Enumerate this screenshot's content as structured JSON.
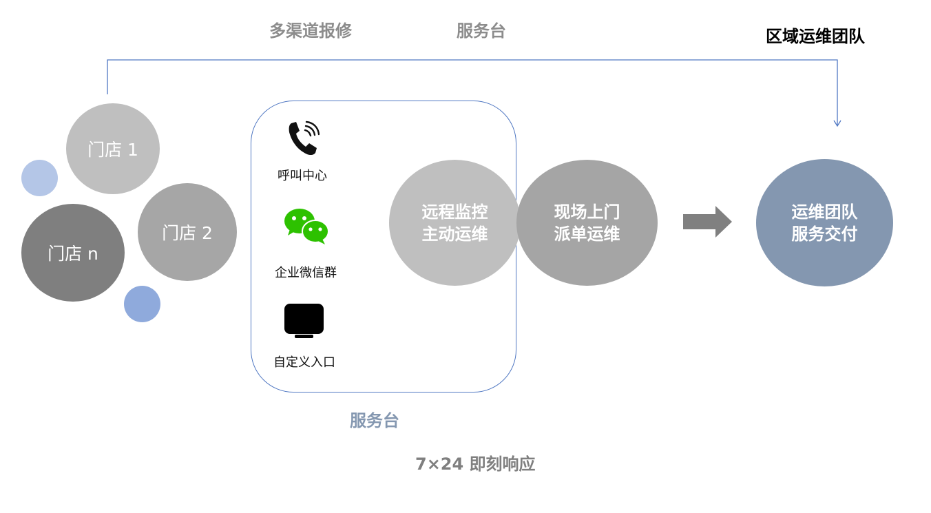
{
  "top_labels": {
    "repair_channels": "多渠道报修",
    "service_desk": "服务台",
    "regional_team": "区域运维团队"
  },
  "stores": [
    {
      "label": "门店 1"
    },
    {
      "label": "门店 2"
    },
    {
      "label": "门店 n"
    }
  ],
  "channels": [
    {
      "label": "呼叫中心",
      "icon": "phone-icon"
    },
    {
      "label": "企业微信群",
      "icon": "wechat-icon"
    },
    {
      "label": "自定义入口",
      "icon": "monitor-icon"
    }
  ],
  "stages": {
    "remote": {
      "line1": "远程监控",
      "line2": "主动运维"
    },
    "onsite": {
      "line1": "现场上门",
      "line2": "派单运维"
    },
    "delivery": {
      "line1": "运维团队",
      "line2": "服务交付"
    }
  },
  "footer": {
    "service_desk": "服务台",
    "response": "7×24 即刻响应"
  },
  "colors": {
    "connector": "#4f77c2",
    "store_1": "#bfbfbf",
    "store_2": "#a6a6a6",
    "store_n": "#7f7f7f",
    "dot_light": "#b4c6e7",
    "dot_medium": "#8faadc",
    "remote_circle": "#bfbfbf",
    "onsite_circle": "#a5a5a5",
    "delivery_circle": "#8497b0",
    "arrow": "#808080",
    "footer_desk": "#8497b0",
    "footer_response": "#7f7f7f"
  }
}
